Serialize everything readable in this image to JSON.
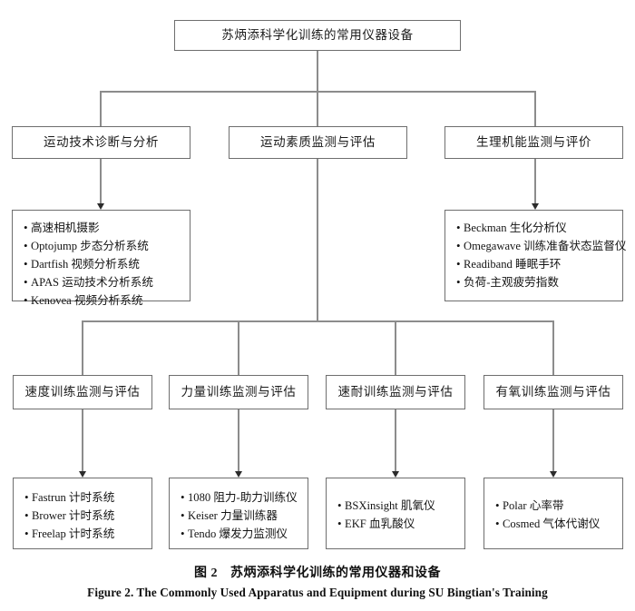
{
  "figure": {
    "root": {
      "label": "苏炳添科学化训练的常用仪器设备"
    },
    "branches": [
      {
        "label": "运动技术诊断与分析"
      },
      {
        "label": "运动素质监测与评估"
      },
      {
        "label": "生理机能监测与评价"
      }
    ],
    "branch_details": [
      {
        "owner": "运动技术诊断与分析",
        "items": [
          "高速相机摄影",
          "Optojump 步态分析系统",
          "Dartfish 视频分析系统",
          "APAS 运动技术分析系统",
          "Kenovea 视频分析系统"
        ]
      },
      {
        "owner": "生理机能监测与评价",
        "items": [
          "Beckman 生化分析仪",
          "Omegawave 训练准备状态监督仪",
          "Readiband 睡眠手环",
          "负荷-主观疲劳指数"
        ]
      }
    ],
    "subbranches": [
      {
        "label": "速度训练监测与评估"
      },
      {
        "label": "力量训练监测与评估"
      },
      {
        "label": "速耐训练监测与评估"
      },
      {
        "label": "有氧训练监测与评估"
      }
    ],
    "subbranch_details": [
      {
        "owner": "速度训练监测与评估",
        "items": [
          "Fastrun 计时系统",
          "Brower 计时系统",
          "Freelap 计时系统"
        ]
      },
      {
        "owner": "力量训练监测与评估",
        "items": [
          "1080 阻力-助力训练仪",
          "Keiser 力量训练器",
          "Tendo 爆发力监测仪"
        ]
      },
      {
        "owner": "速耐训练监测与评估",
        "items": [
          "BSXinsight 肌氧仪",
          "EKF 血乳酸仪"
        ]
      },
      {
        "owner": "有氧训练监测与评估",
        "items": [
          "Polar 心率带",
          "Cosmed 气体代谢仪"
        ]
      }
    ],
    "caption_cn_number": "图 2",
    "caption_cn_text": "苏炳添科学化训练的常用仪器和设备",
    "caption_en": "Figure 2.  The Commonly Used Apparatus and Equipment during SU Bingtian's Training",
    "colors": {
      "line": "#8c8c8c",
      "border": "#6e6e6e",
      "text": "#1a1a1a",
      "background": "#ffffff"
    }
  }
}
